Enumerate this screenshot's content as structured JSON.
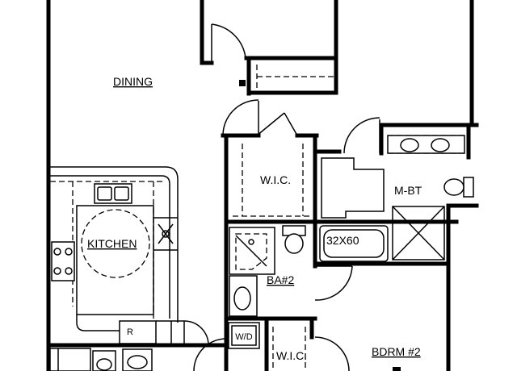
{
  "rooms": {
    "dining": "DINING",
    "kitchen": "KITCHEN",
    "wic_1": "W.I.C.",
    "master_bath": "M-BT",
    "tub": "32X60",
    "bath_2": "BA#2",
    "washer_dryer": "W/D",
    "wic_2": "W.I.C.",
    "bedroom_2": "BDRM #2",
    "refrigerator": "R"
  }
}
